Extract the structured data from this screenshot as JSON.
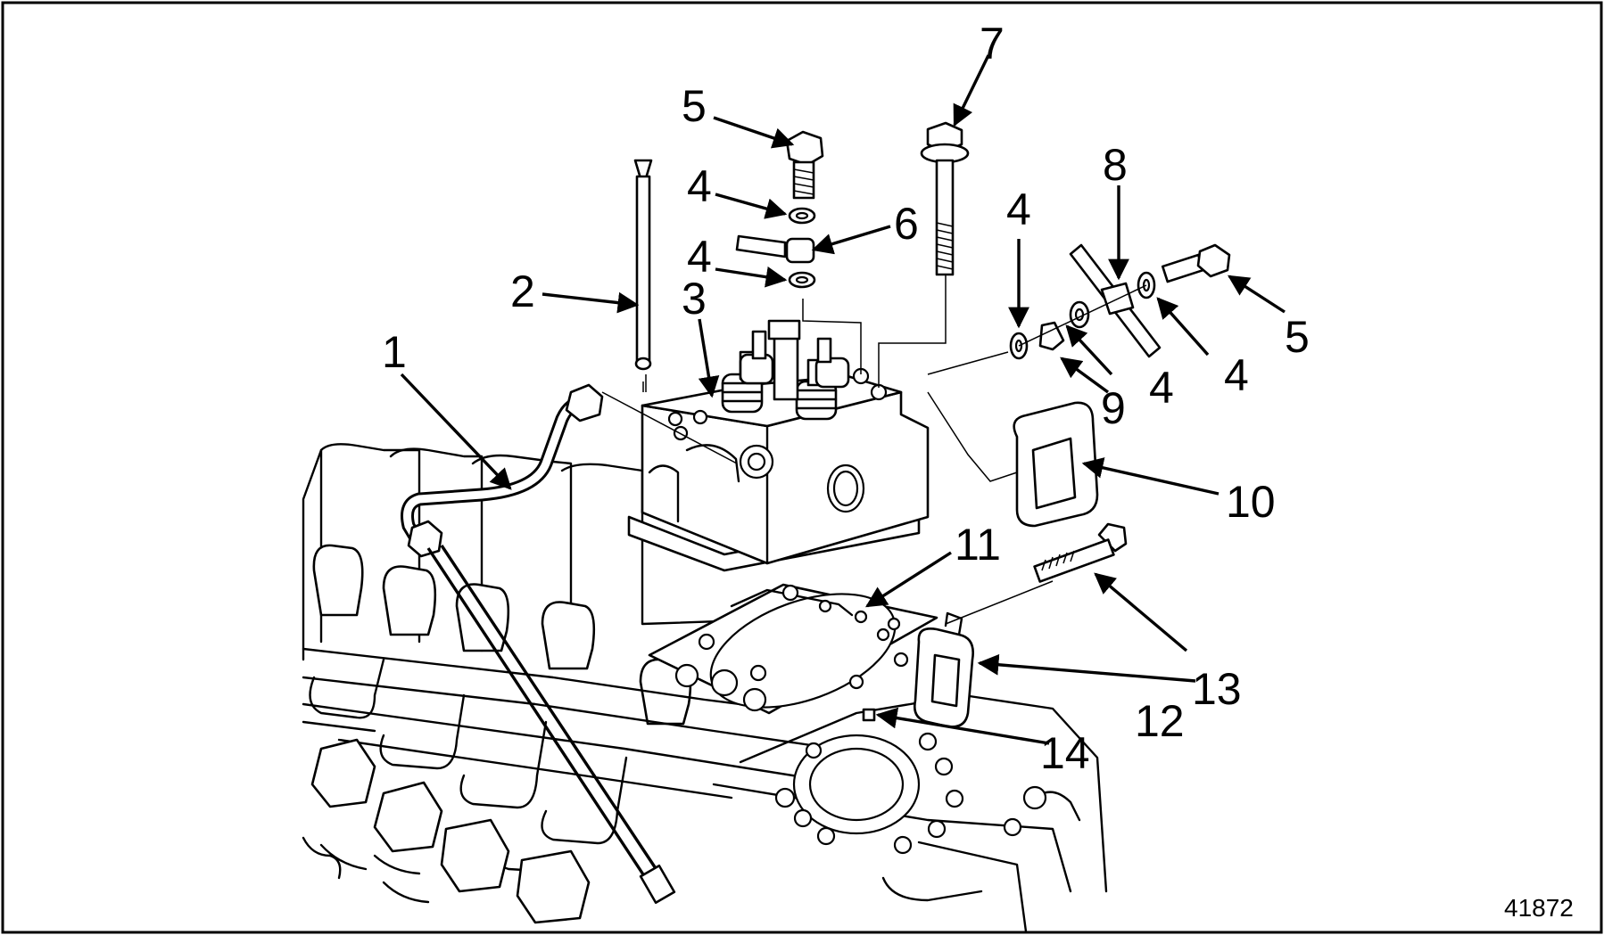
{
  "figure": {
    "number": "41872",
    "callouts": [
      {
        "id": "c1",
        "label": "1"
      },
      {
        "id": "c2",
        "label": "2"
      },
      {
        "id": "c3",
        "label": "3"
      },
      {
        "id": "c4a",
        "label": "4"
      },
      {
        "id": "c4b",
        "label": "4"
      },
      {
        "id": "c4c",
        "label": "4"
      },
      {
        "id": "c4d",
        "label": "4"
      },
      {
        "id": "c4e",
        "label": "4"
      },
      {
        "id": "c5a",
        "label": "5"
      },
      {
        "id": "c5b",
        "label": "5"
      },
      {
        "id": "c6",
        "label": "6"
      },
      {
        "id": "c7",
        "label": "7"
      },
      {
        "id": "c8",
        "label": "8"
      },
      {
        "id": "c9",
        "label": "9"
      },
      {
        "id": "c10",
        "label": "10"
      },
      {
        "id": "c11",
        "label": "11"
      },
      {
        "id": "c12",
        "label": "12"
      },
      {
        "id": "c13",
        "label": "13"
      },
      {
        "id": "c14",
        "label": "14"
      }
    ]
  }
}
